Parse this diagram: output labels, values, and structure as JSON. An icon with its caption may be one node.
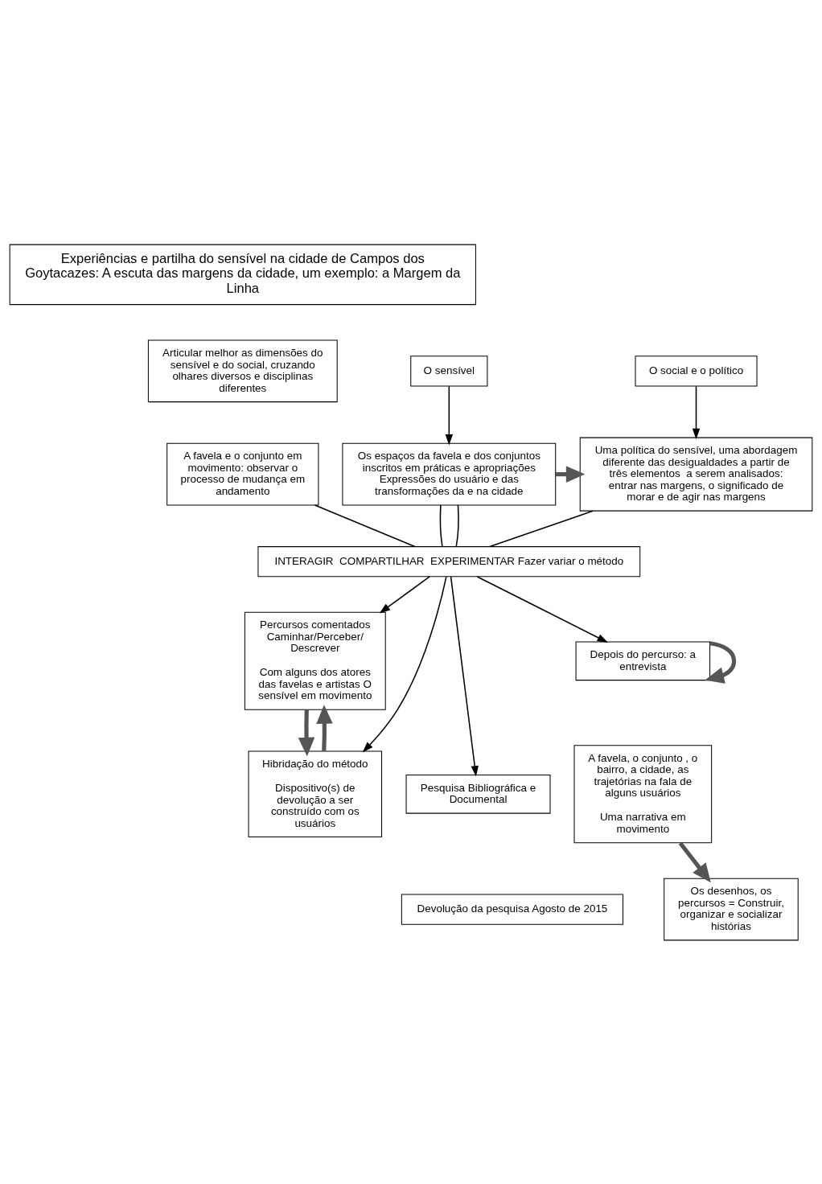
{
  "diagram": {
    "nodes": [
      {
        "text": [
          "Experiências e partilha do sensível na cidade de Campos dos Goytacazes: A escuta das margens da cidade, um exemplo: a Margem da Linha"
        ]
      },
      {
        "text": [
          "Articular melhor as dimensões do sensível e do social, cruzando olhares diversos e disciplinas diferentes"
        ]
      },
      {
        "text": [
          "O sensível"
        ]
      },
      {
        "text": [
          "O social e o político"
        ]
      },
      {
        "text": [
          "Os espaços da favela e dos conjuntos inscritos em práticas e apropriações Expressões do usuário e das transformações da e na cidade"
        ]
      },
      {
        "text": [
          "A favela e o conjunto em movimento: observar o processo de mudança em andamento"
        ]
      },
      {
        "text": [
          "Uma política do sensível, uma abordagem diferente das desigualdades a partir de três elementos  a serem analisados: entrar nas margens, o significado de morar e de agir nas margens"
        ]
      },
      {
        "text": [
          "INTERAGIR  COMPARTILHAR  EXPERIMENTAR Fazer variar o método"
        ]
      },
      {
        "text": [
          "Percursos comentados Caminhar/Perceber/ Descrever",
          "Com alguns dos atores das favelas e artistas O sensível em movimento"
        ]
      },
      {
        "text": [
          "Pesquisa Bibliográfica e Documental"
        ]
      },
      {
        "text": [
          "Hibridação do método",
          "Dispositivo(s) de devolução a ser construído com os usuários"
        ]
      },
      {
        "text": [
          "Depois do percurso: a entrevista"
        ]
      },
      {
        "text": [
          "A favela, o conjunto , o bairro, a cidade, as trajetórias na fala de alguns usuários",
          "Uma narrativa em movimento"
        ]
      },
      {
        "text": [
          "Os desenhos, os percursos = Construir, organizar e socializar histórias"
        ]
      },
      {
        "text": [
          "Devolução da pesquisa Agosto de 2015"
        ]
      }
    ],
    "edges": [
      {
        "from": 2,
        "to": 4,
        "arrow": "to"
      },
      {
        "from": 3,
        "to": 6,
        "arrow": "to"
      },
      {
        "from": 4,
        "to": 6,
        "arrow": "to",
        "style": "thick"
      },
      {
        "from": 4,
        "to": 7,
        "arrow": "none"
      },
      {
        "from": 4,
        "to": 7,
        "arrow": "none"
      },
      {
        "from": 5,
        "to": 7,
        "arrow": "none"
      },
      {
        "from": 6,
        "to": 7,
        "arrow": "none"
      },
      {
        "from": 7,
        "to": 8,
        "arrow": "to"
      },
      {
        "from": 7,
        "to": 9,
        "arrow": "to"
      },
      {
        "from": 7,
        "to": 10,
        "arrow": "to"
      },
      {
        "from": 7,
        "to": 11,
        "arrow": "to"
      },
      {
        "from": 8,
        "to": 10,
        "arrow": "to",
        "style": "thick"
      },
      {
        "from": 11,
        "to": 11,
        "arrow": "to",
        "style": "thick"
      },
      {
        "from": 10,
        "to": 8,
        "arrow": "to",
        "style": "thick"
      },
      {
        "from": 12,
        "to": 13,
        "arrow": "to",
        "style": "thick"
      }
    ]
  }
}
